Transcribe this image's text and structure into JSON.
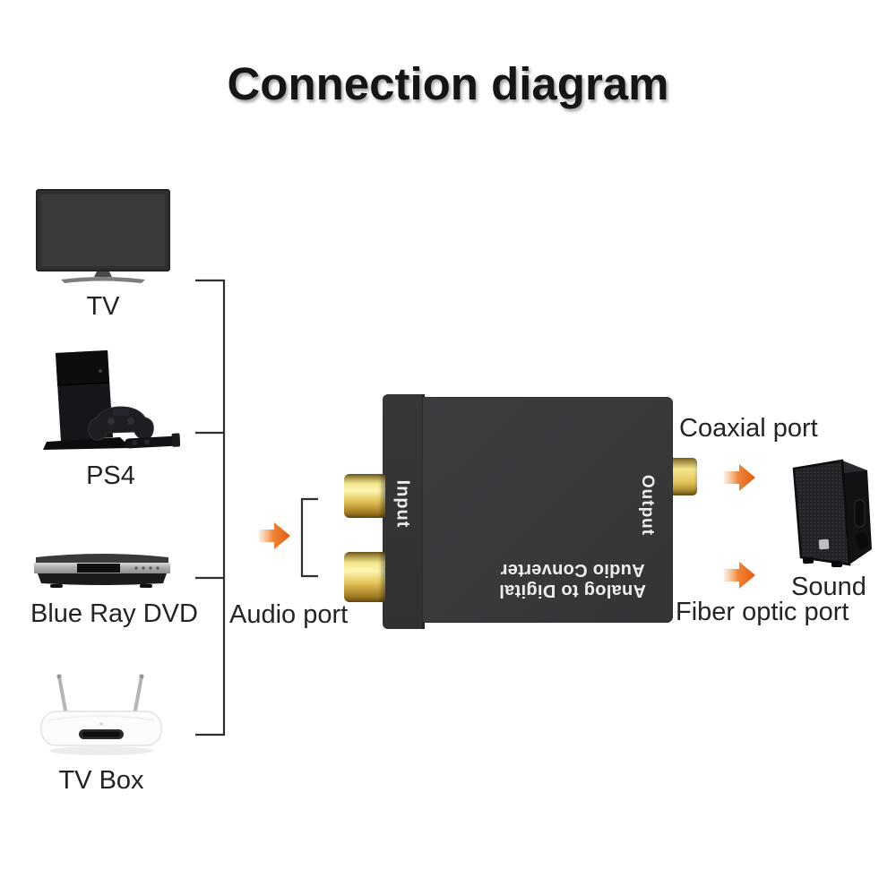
{
  "title": "Connection diagram",
  "sources": [
    {
      "label": "TV"
    },
    {
      "label": "PS4"
    },
    {
      "label": "Blue Ray DVD"
    },
    {
      "label": "TV Box"
    }
  ],
  "converter": {
    "input_label": "Input",
    "output_label": "Output",
    "name_line1": "Analog to Digital",
    "name_line2": "Audio Converter"
  },
  "ports": {
    "audio": "Audio port",
    "coaxial": "Coaxial port",
    "fiber": "Fiber optic port"
  },
  "output_device": {
    "label": "Sound"
  },
  "icons": {
    "tv": "tv-icon",
    "ps4": "ps4-console-icon",
    "dvd": "dvd-player-icon",
    "tv_box": "tv-box-icon",
    "speaker": "speaker-icon",
    "arrow": "arrow-right-icon",
    "rca_jack": "rca-jack-icon",
    "coax_plug": "coax-plug-icon"
  },
  "colors": {
    "background": "#ffffff",
    "text": "#242424",
    "line": "#2f2f2f",
    "arrow_orange": "#e96410",
    "converter_body": "#3a3a3c",
    "gold": "#e3c458"
  }
}
